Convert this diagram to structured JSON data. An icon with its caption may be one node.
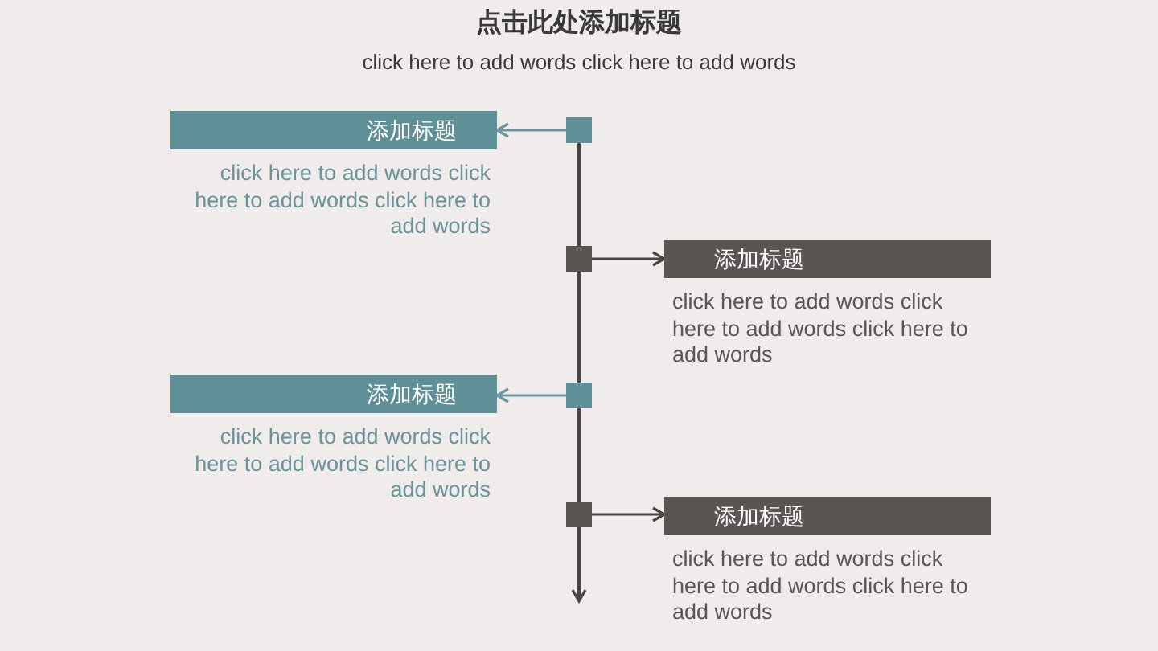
{
  "diagram": {
    "title": "点击此处添加标题",
    "nodes": [
      {
        "text": [
          "添加标题"
        ],
        "beside": [
          "click here to add words click here to add words click here to add words"
        ]
      },
      {
        "text": [],
        "shape": "box"
      },
      {
        "text": [],
        "shape": "box"
      },
      {
        "text": [
          "添加标题"
        ],
        "beside": [
          "click here to add words click here to add words click here to add words"
        ]
      },
      {
        "text": [
          "添加标题"
        ],
        "beside": [
          "click here to add words click here to add words click here to add words"
        ]
      },
      {
        "text": [],
        "shape": "box"
      },
      {
        "text": [],
        "shape": "box"
      },
      {
        "text": [
          "添加标题"
        ],
        "beside": [
          "click here to add words click here to add words click here to add words"
        ]
      }
    ],
    "edges": [
      {
        "from": 1,
        "to": 0,
        "arrow": "to",
        "color": "#6a979e"
      },
      {
        "from": 1,
        "to": 2,
        "arrow": "none"
      },
      {
        "from": 2,
        "to": 3,
        "arrow": "to"
      },
      {
        "from": 2,
        "to": 5,
        "arrow": "none"
      },
      {
        "from": 5,
        "to": 4,
        "arrow": "to",
        "color": "#6a979e"
      },
      {
        "from": 5,
        "to": 6,
        "arrow": "none"
      },
      {
        "from": 6,
        "to": 7,
        "arrow": "to"
      },
      {
        "from": 6,
        "to": null,
        "arrow": "to"
      }
    ],
    "labels": [
      "click here to add words click here to add words"
    ]
  }
}
